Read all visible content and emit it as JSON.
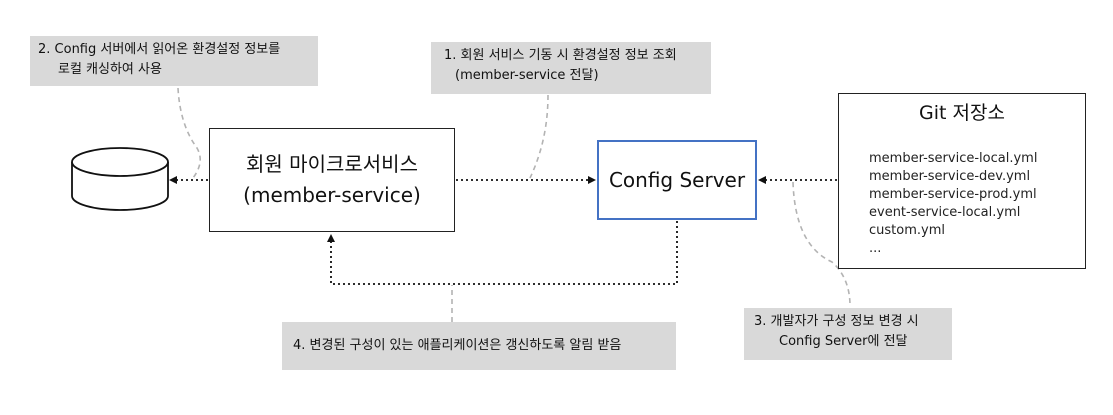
{
  "microservice": {
    "line1": "회원 마이크로서비스",
    "line2": "(member-service)"
  },
  "config_server": {
    "label": "Config Server"
  },
  "git_repo": {
    "title": "Git 저장소",
    "files": [
      "member-service-local.yml",
      "member-service-dev.yml",
      "member-service-prod.yml",
      "event-service-local.yml",
      "custom.yml",
      "..."
    ]
  },
  "notes": {
    "note1": {
      "line1": "1. 회원 서비스 기동 시 환경설정 정보 조회",
      "line2": "(member-service 전달)"
    },
    "note2": {
      "line1": "2. Config 서버에서 읽어온 환경설정 정보를",
      "line2": "로컬 캐싱하여 사용"
    },
    "note3": {
      "line1": "3. 개발자가 구성 정보 변경 시",
      "line2": "Config Server에 전달"
    },
    "note4": {
      "line1": "4. 변경된 구성이 있는 애플리케이션은 갱신하도록 알림 받음"
    }
  },
  "colors": {
    "config_border": "#4472c4",
    "note_fill": "#d9d9d9",
    "leader_line": "#b3b3b3",
    "connector": "#111111"
  }
}
